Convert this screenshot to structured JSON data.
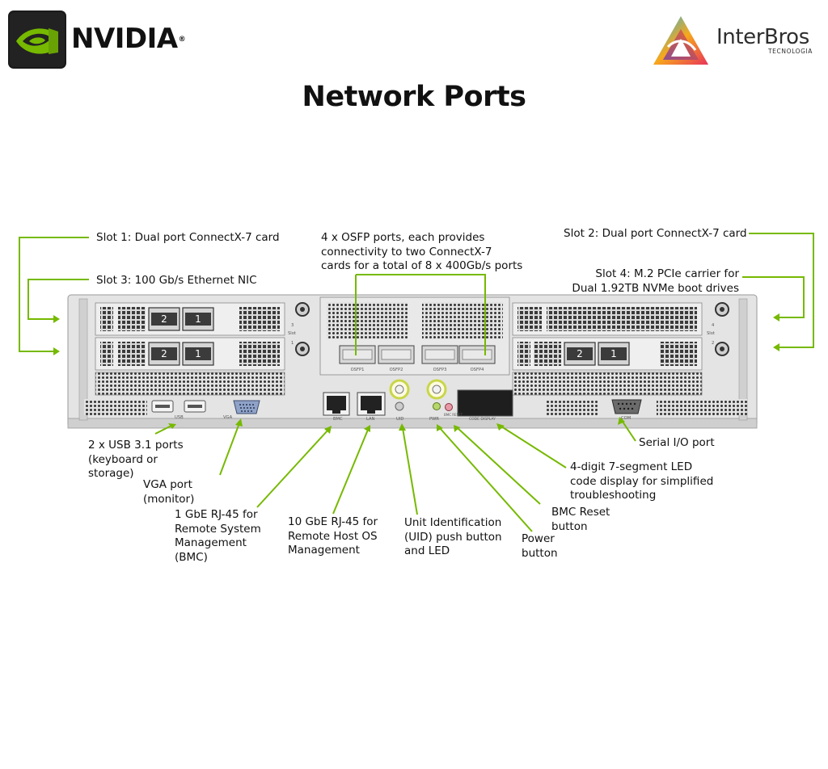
{
  "branding": {
    "left_logo_text": "NVIDIA",
    "left_logo_mark": "®",
    "right_logo_text": "InterBros",
    "right_logo_subtext": "TECNOLOGIA"
  },
  "title": "Network Ports",
  "callouts": {
    "slot1": "Slot 1: Dual port ConnectX-7 card",
    "slot3": "Slot 3: 100 Gb/s Ethernet NIC",
    "osfp": "4 x OSFP ports, each provides\nconnectivity to two ConnectX-7\ncards for a total of 8 x 400Gb/s ports",
    "slot2": "Slot 2: Dual port ConnectX-7 card",
    "slot4": "Slot 4: M.2 PCIe carrier for\nDual 1.92TB NVMe boot drives",
    "usb": "2 x USB 3.1 ports\n(keyboard or\nstorage)",
    "vga": "VGA port\n(monitor)",
    "bmc_port": "1 GbE RJ-45 for\nRemote System\nManagement\n(BMC)",
    "lan_port": "10 GbE RJ-45 for\nRemote Host OS\nManagement",
    "uid": "Unit Identification\n(UID) push button\nand LED",
    "power": "Power\nbutton",
    "bmc_reset": "BMC Reset\nbutton",
    "led_display": "4-digit 7-segment LED\ncode display for simplified\ntroubleshooting",
    "serial": "Serial I/O port"
  },
  "panel": {
    "card_port_labels": [
      "2",
      "1"
    ],
    "osfp_labels": [
      "OSFP1",
      "OSFP2",
      "OSFP3",
      "OSFP4"
    ],
    "port_labels": {
      "usb": "USB",
      "vga": "VGA",
      "bmc": "BMC",
      "lan": "LAN",
      "uid": "UID",
      "pwr": "PWR",
      "bmc_reset": "BMC\nRESET",
      "code_display": "CODE DISPLAY",
      "com": "COM"
    },
    "slot_markers": {
      "left_top": "3",
      "left_mid": "Slot",
      "left_bottom": "1",
      "right_top": "4",
      "right_mid": "Slot",
      "right_bottom": "2"
    }
  },
  "colors": {
    "callout_line": "#76b900",
    "nvidia_green": "#76b900",
    "panel_metal": "#e6e6e6",
    "panel_dark": "#2a2a2a"
  }
}
